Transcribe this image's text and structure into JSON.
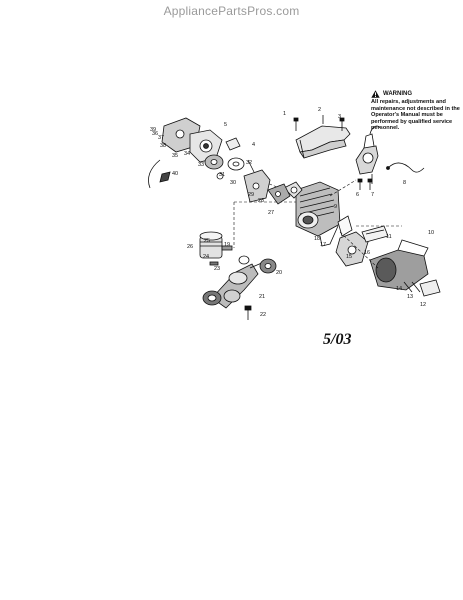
{
  "header": {
    "site": "AppliancePartsPros.com"
  },
  "warning": {
    "title": "WARNING",
    "text": "All repairs, adjustments and maintenance not described in the Operator's Manual must be performed by qualified service personnel."
  },
  "date_code": "5/03",
  "callouts": [
    "1",
    "2",
    "3",
    "4",
    "5",
    "6",
    "7",
    "8",
    "9",
    "10",
    "11",
    "12",
    "13",
    "14",
    "15",
    "16",
    "17",
    "18",
    "19",
    "20",
    "21",
    "22",
    "23",
    "24",
    "25",
    "26",
    "27",
    "28",
    "29",
    "30",
    "31",
    "32",
    "33",
    "34",
    "35",
    "36",
    "37",
    "38",
    "39",
    "40"
  ]
}
